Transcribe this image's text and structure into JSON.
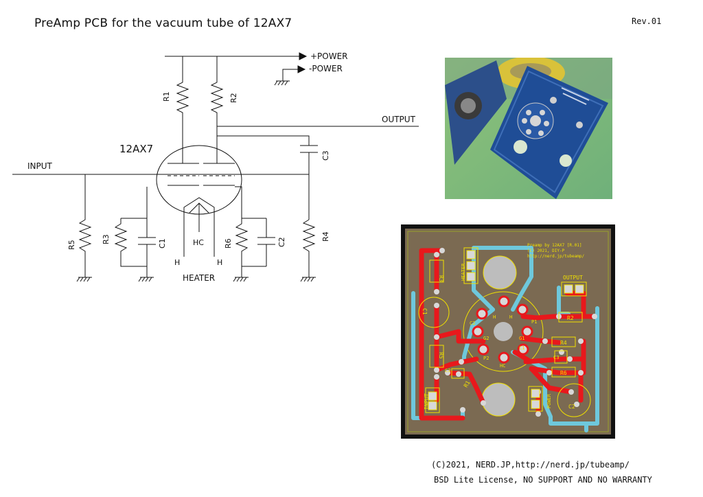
{
  "title": "PreAmp PCB for the vacuum tube of 12AX7",
  "revision": "Rev.01",
  "schematic": {
    "power_plus": "+POWER",
    "power_minus": "-POWER",
    "output": "OUTPUT",
    "input": "INPUT",
    "tube": "12AX7",
    "heater": "HEATER",
    "hc": "HC",
    "h1": "H",
    "h2": "H",
    "r1": "R1",
    "r2": "R2",
    "r3": "R3",
    "r4": "R4",
    "r5": "R5",
    "r6": "R6",
    "c1": "C1",
    "c2": "C2",
    "c3": "C3"
  },
  "pcb": {
    "credit": "Preamp by 12AX7 [R.01]",
    "copyright": "(C) 2021, DIY-P",
    "url": "http://nerd.jp/tubeamp/",
    "output": "OUTPUT",
    "input": "INPUT",
    "heater": "HEATER",
    "power": "POWER",
    "r1": "R1",
    "r2": "R2",
    "r3": "R3",
    "r4": "R4",
    "r5": "R5",
    "r6": "R6",
    "c1": "C1",
    "c2": "C2",
    "c3": "C3",
    "c3b": "C3",
    "pin_h1": "H",
    "pin_h2": "H",
    "pin_hc": "HC",
    "pin_p1": "P1",
    "pin_p2": "P2",
    "pin_g1": "G1",
    "pin_g2": "G2",
    "pin_c1": "C1",
    "pin_c2": "C2",
    "colors": {
      "board": "#7b6a52",
      "top": "#e8181c",
      "bottom": "#6ec8dc",
      "silk": "#f0e000"
    }
  },
  "footer": {
    "line1": "(C)2021, NERD.JP,http://nerd.jp/tubeamp/",
    "line2": "BSD Lite License, NO SUPPORT AND NO WARRANTY"
  }
}
